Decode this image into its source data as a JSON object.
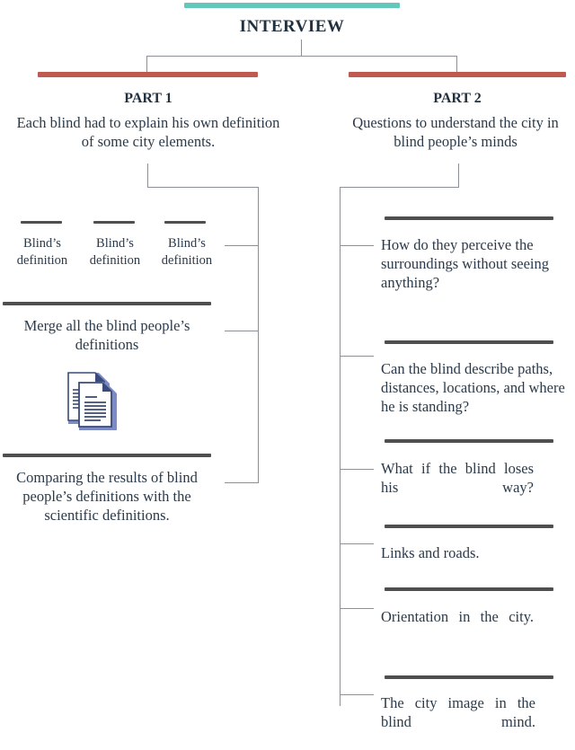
{
  "colors": {
    "teal_accent": "#63c8bb",
    "red_accent": "#bf5a50",
    "dark_rule": "#4f4f4f",
    "connector": "#8c9095",
    "text": "#2b3a4a"
  },
  "title": "INTERVIEW",
  "branches": {
    "part1": {
      "heading": "PART 1",
      "description": "Each blind had to explain his own definition of some city elements.",
      "definitions": [
        {
          "label": "Blind’s definition"
        },
        {
          "label": "Blind’s definition"
        },
        {
          "label": "Blind’s definition"
        }
      ],
      "merge": {
        "label": "Merge all the blind people’s definitions",
        "icon": "documents-icon"
      },
      "compare": {
        "label": "Comparing the results of blind people’s definitions with the scientific definitions."
      }
    },
    "part2": {
      "heading": "PART 2",
      "description": "Questions to understand the city in blind people’s minds",
      "questions": [
        {
          "text": "How do they perceive the surroundings without seeing anything?",
          "justify": false
        },
        {
          "text": "Can the blind describe paths, distances, locations, and where he is standing?",
          "justify": false
        },
        {
          "text": "What if the blind loses his way?",
          "justify": true
        },
        {
          "text": "Links and roads.",
          "justify": false
        },
        {
          "text": "Orientation in the city.",
          "justify": true
        },
        {
          "text": "The city image in the blind mind.",
          "justify": true
        }
      ]
    }
  }
}
